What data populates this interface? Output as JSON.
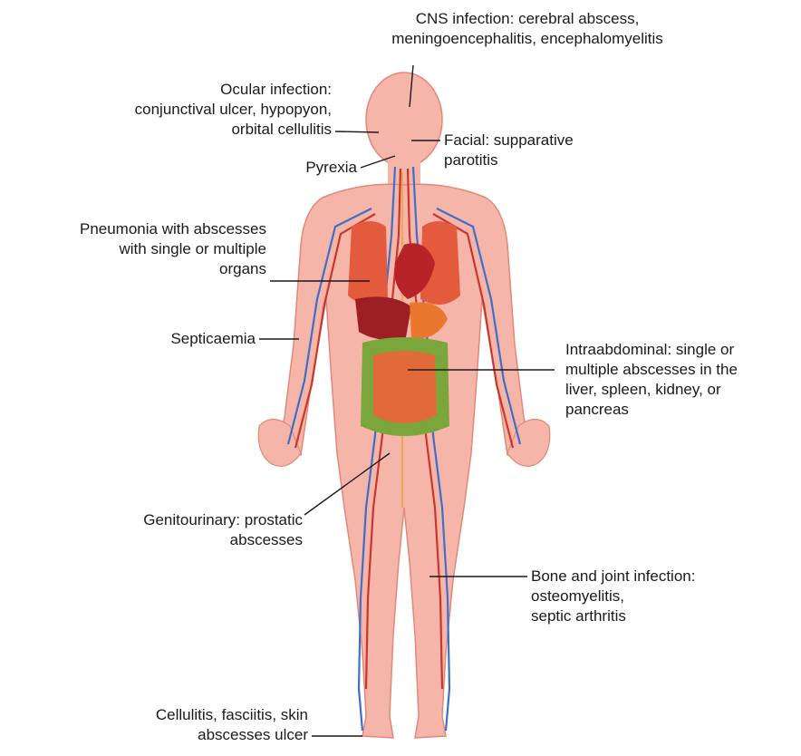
{
  "labels": {
    "cns": [
      "CNS infection: cerebral abscess,",
      "meningoencephalitis, encephalomyelitis"
    ],
    "ocular": [
      "Ocular infection:",
      "conjunctival ulcer, hypopyon,",
      "orbital cellulitis"
    ],
    "facial": [
      "Facial: supparative",
      "parotitis"
    ],
    "pyrexia": [
      "Pyrexia"
    ],
    "pneumonia": [
      "Pneumonia with abscesses",
      "with single or multiple",
      "organs"
    ],
    "septicaemia": [
      "Septicaemia"
    ],
    "intraabdominal": [
      "Intraabdominal: single or",
      "multiple abscesses in the",
      "liver, spleen, kidney, or",
      "pancreas"
    ],
    "genitourinary": [
      "Genitourinary: prostatic",
      "abscesses"
    ],
    "bone_joint": [
      "Bone and joint infection:",
      "osteomyelitis,",
      "septic arthritis"
    ],
    "skin": [
      "Cellulitis, fasciitis, skin",
      "abscesses ulcer"
    ]
  },
  "colors": {
    "skin": "#f6b5a9",
    "skin_outline": "#e0897a",
    "vein": "#3f6fc8",
    "artery": "#c8372d",
    "nerve": "#e8a23a",
    "lung": "#e35b3c",
    "heart": "#b8232a",
    "liver": "#9c1f24",
    "stomach": "#e9782e",
    "colon": "#7aa63c",
    "intestine": "#e26a3a"
  }
}
